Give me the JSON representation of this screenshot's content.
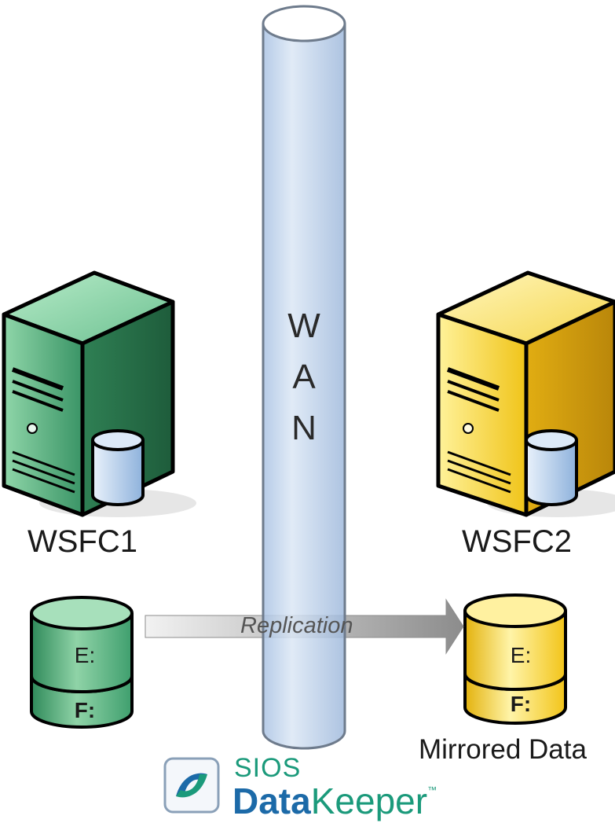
{
  "wan": {
    "letters": [
      "W",
      "A",
      "N"
    ]
  },
  "servers": [
    {
      "label": "WSFC1",
      "color": "#3f9f6e"
    },
    {
      "label": "WSFC2",
      "color": "#f2c419"
    }
  ],
  "replication": {
    "label": "Replication"
  },
  "drives": {
    "source": {
      "e": "E:",
      "f": "F:"
    },
    "target": {
      "e": "E:",
      "f": "F:",
      "caption": "Mirrored Data"
    }
  },
  "logo": {
    "company": "SIOS",
    "product_bold": "Data",
    "product_rest": "Keeper",
    "trademark": "™"
  },
  "colors": {
    "green": "#3f9f6e",
    "yellow": "#f2c419",
    "pipe": "#c9d9ee",
    "logo_blue": "#1c6aa8",
    "logo_green": "#1b9a7b"
  }
}
